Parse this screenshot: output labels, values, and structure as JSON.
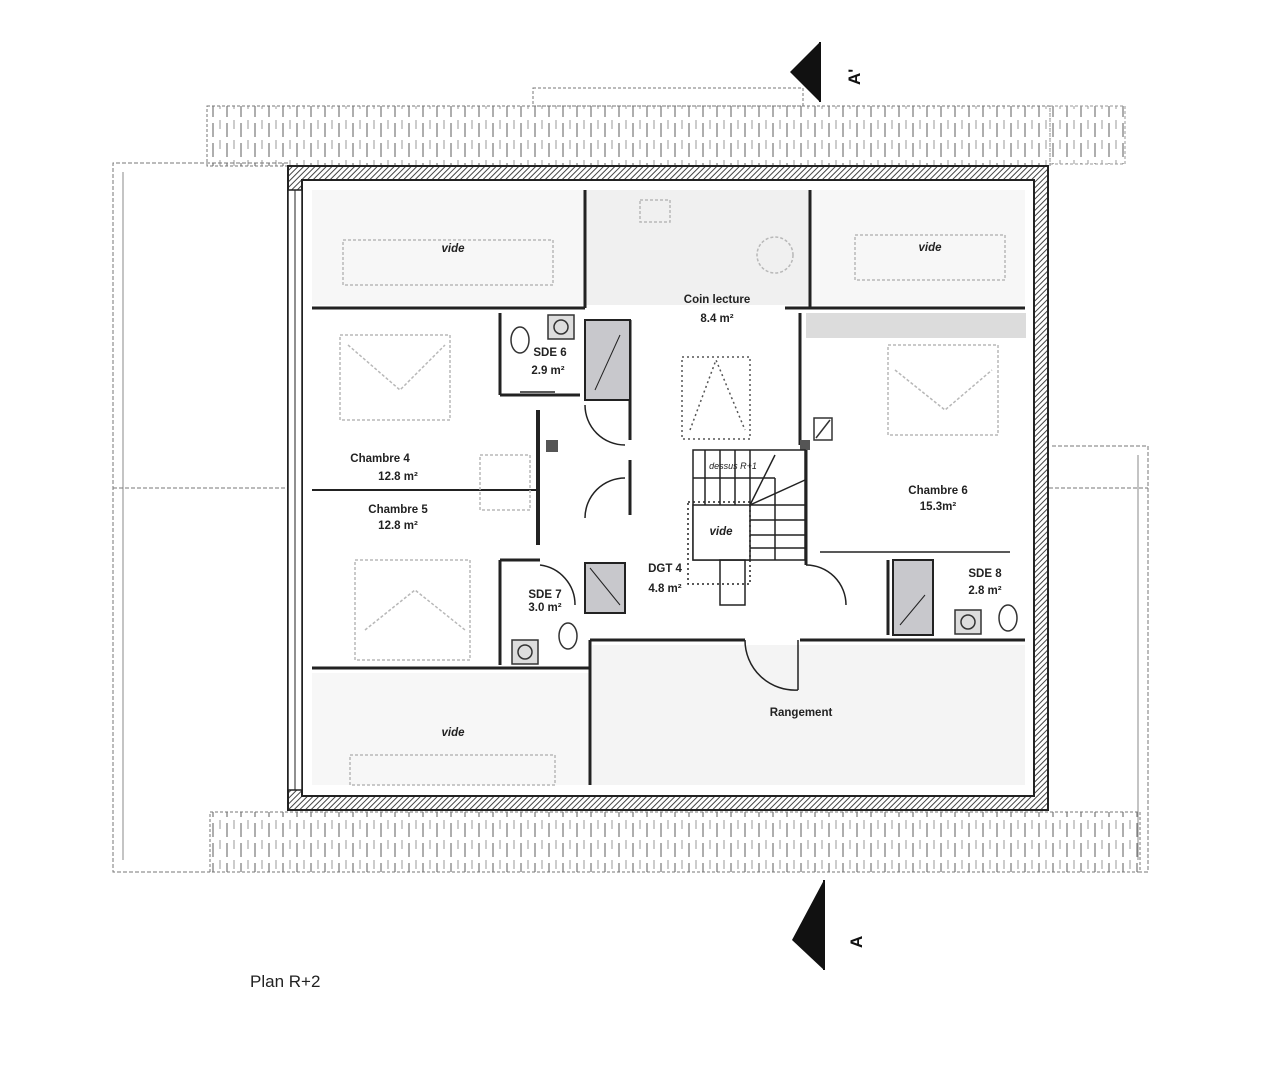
{
  "plan_title": "Plan R+2",
  "section_marks": {
    "top": "A'",
    "bottom": "A"
  },
  "rooms": {
    "vide_top_left": {
      "name": "vide"
    },
    "coin_lecture": {
      "name": "Coin lecture",
      "area": "8.4 m²"
    },
    "vide_top_right": {
      "name": "vide"
    },
    "chambre_4": {
      "name": "Chambre 4",
      "area": "12.8 m²"
    },
    "sde_6": {
      "name": "SDE 6",
      "area": "2.9 m²"
    },
    "chambre_5": {
      "name": "Chambre 5",
      "area": "12.8 m²"
    },
    "sde_7": {
      "name": "SDE 7",
      "area": "3.0 m²"
    },
    "dgt_4": {
      "name": "DGT 4",
      "area": "4.8 m²"
    },
    "stair_void": {
      "name": "vide",
      "note": "dessus R+1"
    },
    "chambre_6": {
      "name": "Chambre 6",
      "area": "15.3m²"
    },
    "sde_8": {
      "name": "SDE 8",
      "area": "2.8 m²"
    },
    "rangement": {
      "name": "Rangement"
    },
    "vide_bottom_left": {
      "name": "vide"
    }
  },
  "colors": {
    "wall": "#222222",
    "shower": "#c8c8cc",
    "hatched": "#555555",
    "furniture": "#b8b8b8"
  }
}
